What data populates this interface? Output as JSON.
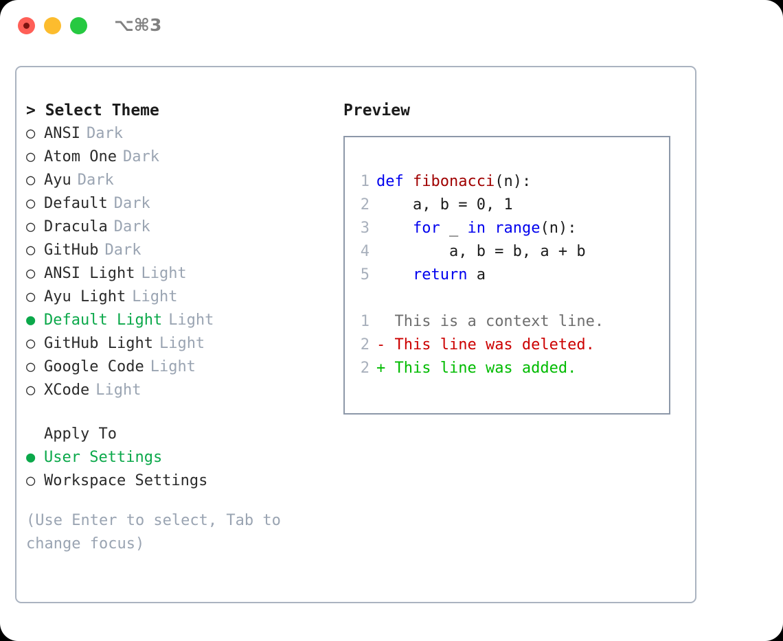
{
  "titlebar": {
    "shortcut": "⌥⌘3",
    "buttons": {
      "close": "close",
      "minimize": "minimize",
      "zoom": "zoom"
    }
  },
  "theme_picker": {
    "header": "> Select Theme",
    "selected_theme": "Default Light",
    "options": [
      {
        "bullet": "○",
        "name": "ANSI",
        "kind": "Dark",
        "selected": false
      },
      {
        "bullet": "○",
        "name": "Atom One",
        "kind": "Dark",
        "selected": false
      },
      {
        "bullet": "○",
        "name": "Ayu",
        "kind": "Dark",
        "selected": false
      },
      {
        "bullet": "○",
        "name": "Default",
        "kind": "Dark",
        "selected": false
      },
      {
        "bullet": "○",
        "name": "Dracula",
        "kind": "Dark",
        "selected": false
      },
      {
        "bullet": "○",
        "name": "GitHub",
        "kind": "Dark",
        "selected": false
      },
      {
        "bullet": "○",
        "name": "ANSI Light",
        "kind": "Light",
        "selected": false
      },
      {
        "bullet": "○",
        "name": "Ayu Light",
        "kind": "Light",
        "selected": false
      },
      {
        "bullet": "●",
        "name": "Default Light",
        "kind": "Light",
        "selected": true
      },
      {
        "bullet": "○",
        "name": "GitHub Light",
        "kind": "Light",
        "selected": false
      },
      {
        "bullet": "○",
        "name": "Google Code",
        "kind": "Light",
        "selected": false
      },
      {
        "bullet": "○",
        "name": "XCode",
        "kind": "Light",
        "selected": false
      }
    ]
  },
  "apply_to": {
    "header": "Apply To",
    "selected": "User Settings",
    "options": [
      {
        "bullet": "●",
        "name": "User Settings",
        "selected": true
      },
      {
        "bullet": "○",
        "name": "Workspace Settings",
        "selected": false
      }
    ]
  },
  "hint": "(Use Enter to select, Tab to change focus)",
  "preview": {
    "header": "Preview",
    "code_lines": [
      {
        "no": "1",
        "segments": [
          {
            "t": "def ",
            "c": "tok-kw"
          },
          {
            "t": "fibonacci",
            "c": "tok-fn"
          },
          {
            "t": "(n):",
            "c": "tok-plain"
          }
        ]
      },
      {
        "no": "2",
        "segments": [
          {
            "t": "    a, b = 0, 1",
            "c": "tok-plain"
          }
        ]
      },
      {
        "no": "3",
        "segments": [
          {
            "t": "    ",
            "c": "tok-plain"
          },
          {
            "t": "for",
            "c": "tok-kw"
          },
          {
            "t": " _ ",
            "c": "tok-plain"
          },
          {
            "t": "in",
            "c": "tok-kw"
          },
          {
            "t": " ",
            "c": "tok-plain"
          },
          {
            "t": "range",
            "c": "tok-kw"
          },
          {
            "t": "(n):",
            "c": "tok-plain"
          }
        ]
      },
      {
        "no": "4",
        "segments": [
          {
            "t": "        a, b = b, a + b",
            "c": "tok-plain"
          }
        ]
      },
      {
        "no": "5",
        "segments": [
          {
            "t": "    ",
            "c": "tok-plain"
          },
          {
            "t": "return",
            "c": "tok-kw"
          },
          {
            "t": " a",
            "c": "tok-plain"
          }
        ]
      }
    ],
    "diff_lines": [
      {
        "no": "1",
        "marker": " ",
        "text": " This is a context line.",
        "kind": "diff-ctx"
      },
      {
        "no": "2",
        "marker": "-",
        "text": " This line was deleted.",
        "kind": "diff-del"
      },
      {
        "no": "2",
        "marker": "+",
        "text": " This line was added.",
        "kind": "diff-add"
      }
    ]
  },
  "colors": {
    "accent_green": "#0ba84a",
    "diff_add": "#00bb00",
    "diff_del": "#cc0000",
    "keyword_blue": "#0000ee",
    "function_red": "#a00000",
    "muted": "#9aa4b2",
    "panel_border": "#aab3c0",
    "codebox_border": "#8c97a8"
  }
}
